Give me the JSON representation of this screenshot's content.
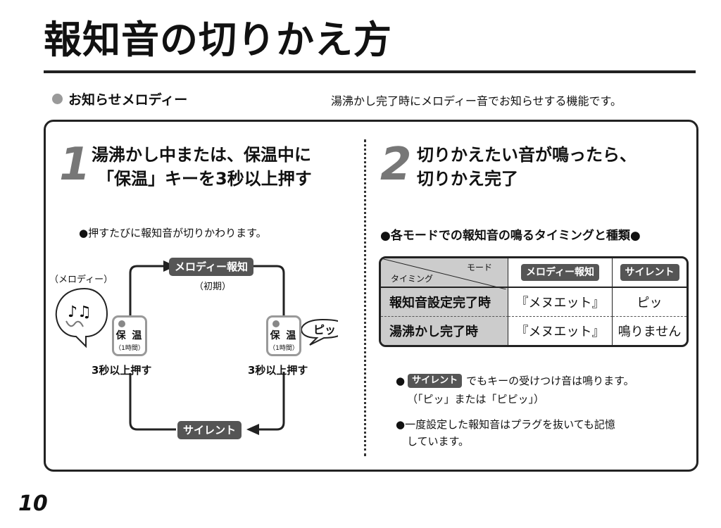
{
  "page": {
    "title": "報知音の切りかえ方",
    "page_number": "10"
  },
  "section": {
    "heading": "お知らせメロディー",
    "description": "湯沸かし完了時にメロディー音でお知らせする機能です。"
  },
  "step1": {
    "number": "1",
    "line1": "湯沸かし中または、保温中に",
    "line2": "「保温」キーを3秒以上押す",
    "note": "●押すたびに報知音が切りかわります。",
    "melody_label": "（メロディー）",
    "mode_melody": "メロディー報知",
    "mode_melody_sub": "（初期）",
    "mode_silent": "サイレント",
    "beep": "ピッ",
    "key_label": "保 温",
    "key_sub": "（1時間）",
    "press_left": "3秒以上押す",
    "press_right": "3秒以上押す"
  },
  "step2": {
    "number": "2",
    "line1": "切りかえたい音が鳴ったら、",
    "line2": "切りかえ完了",
    "table_title": "●各モードでの報知音の鳴るタイミングと種類●",
    "table": {
      "corner_mode": "モード",
      "corner_timing": "タイミング",
      "col_melody": "メロディー報知",
      "col_silent": "サイレント",
      "rows": [
        {
          "timing": "報知音設定完了時",
          "melody": "『メヌエット』",
          "silent": "ピッ"
        },
        {
          "timing": "湯沸かし完了時",
          "melody": "『メヌエット』",
          "silent": "鳴りません"
        }
      ]
    },
    "note1_badge": "サイレント",
    "note1_text": "でもキーの受けつけ音は鳴ります。",
    "note1_line2": "（「ピッ」または「ピピッ」）",
    "note2_line1": "●一度設定した報知音はプラグを抜いても記憶",
    "note2_line2": "しています。"
  }
}
